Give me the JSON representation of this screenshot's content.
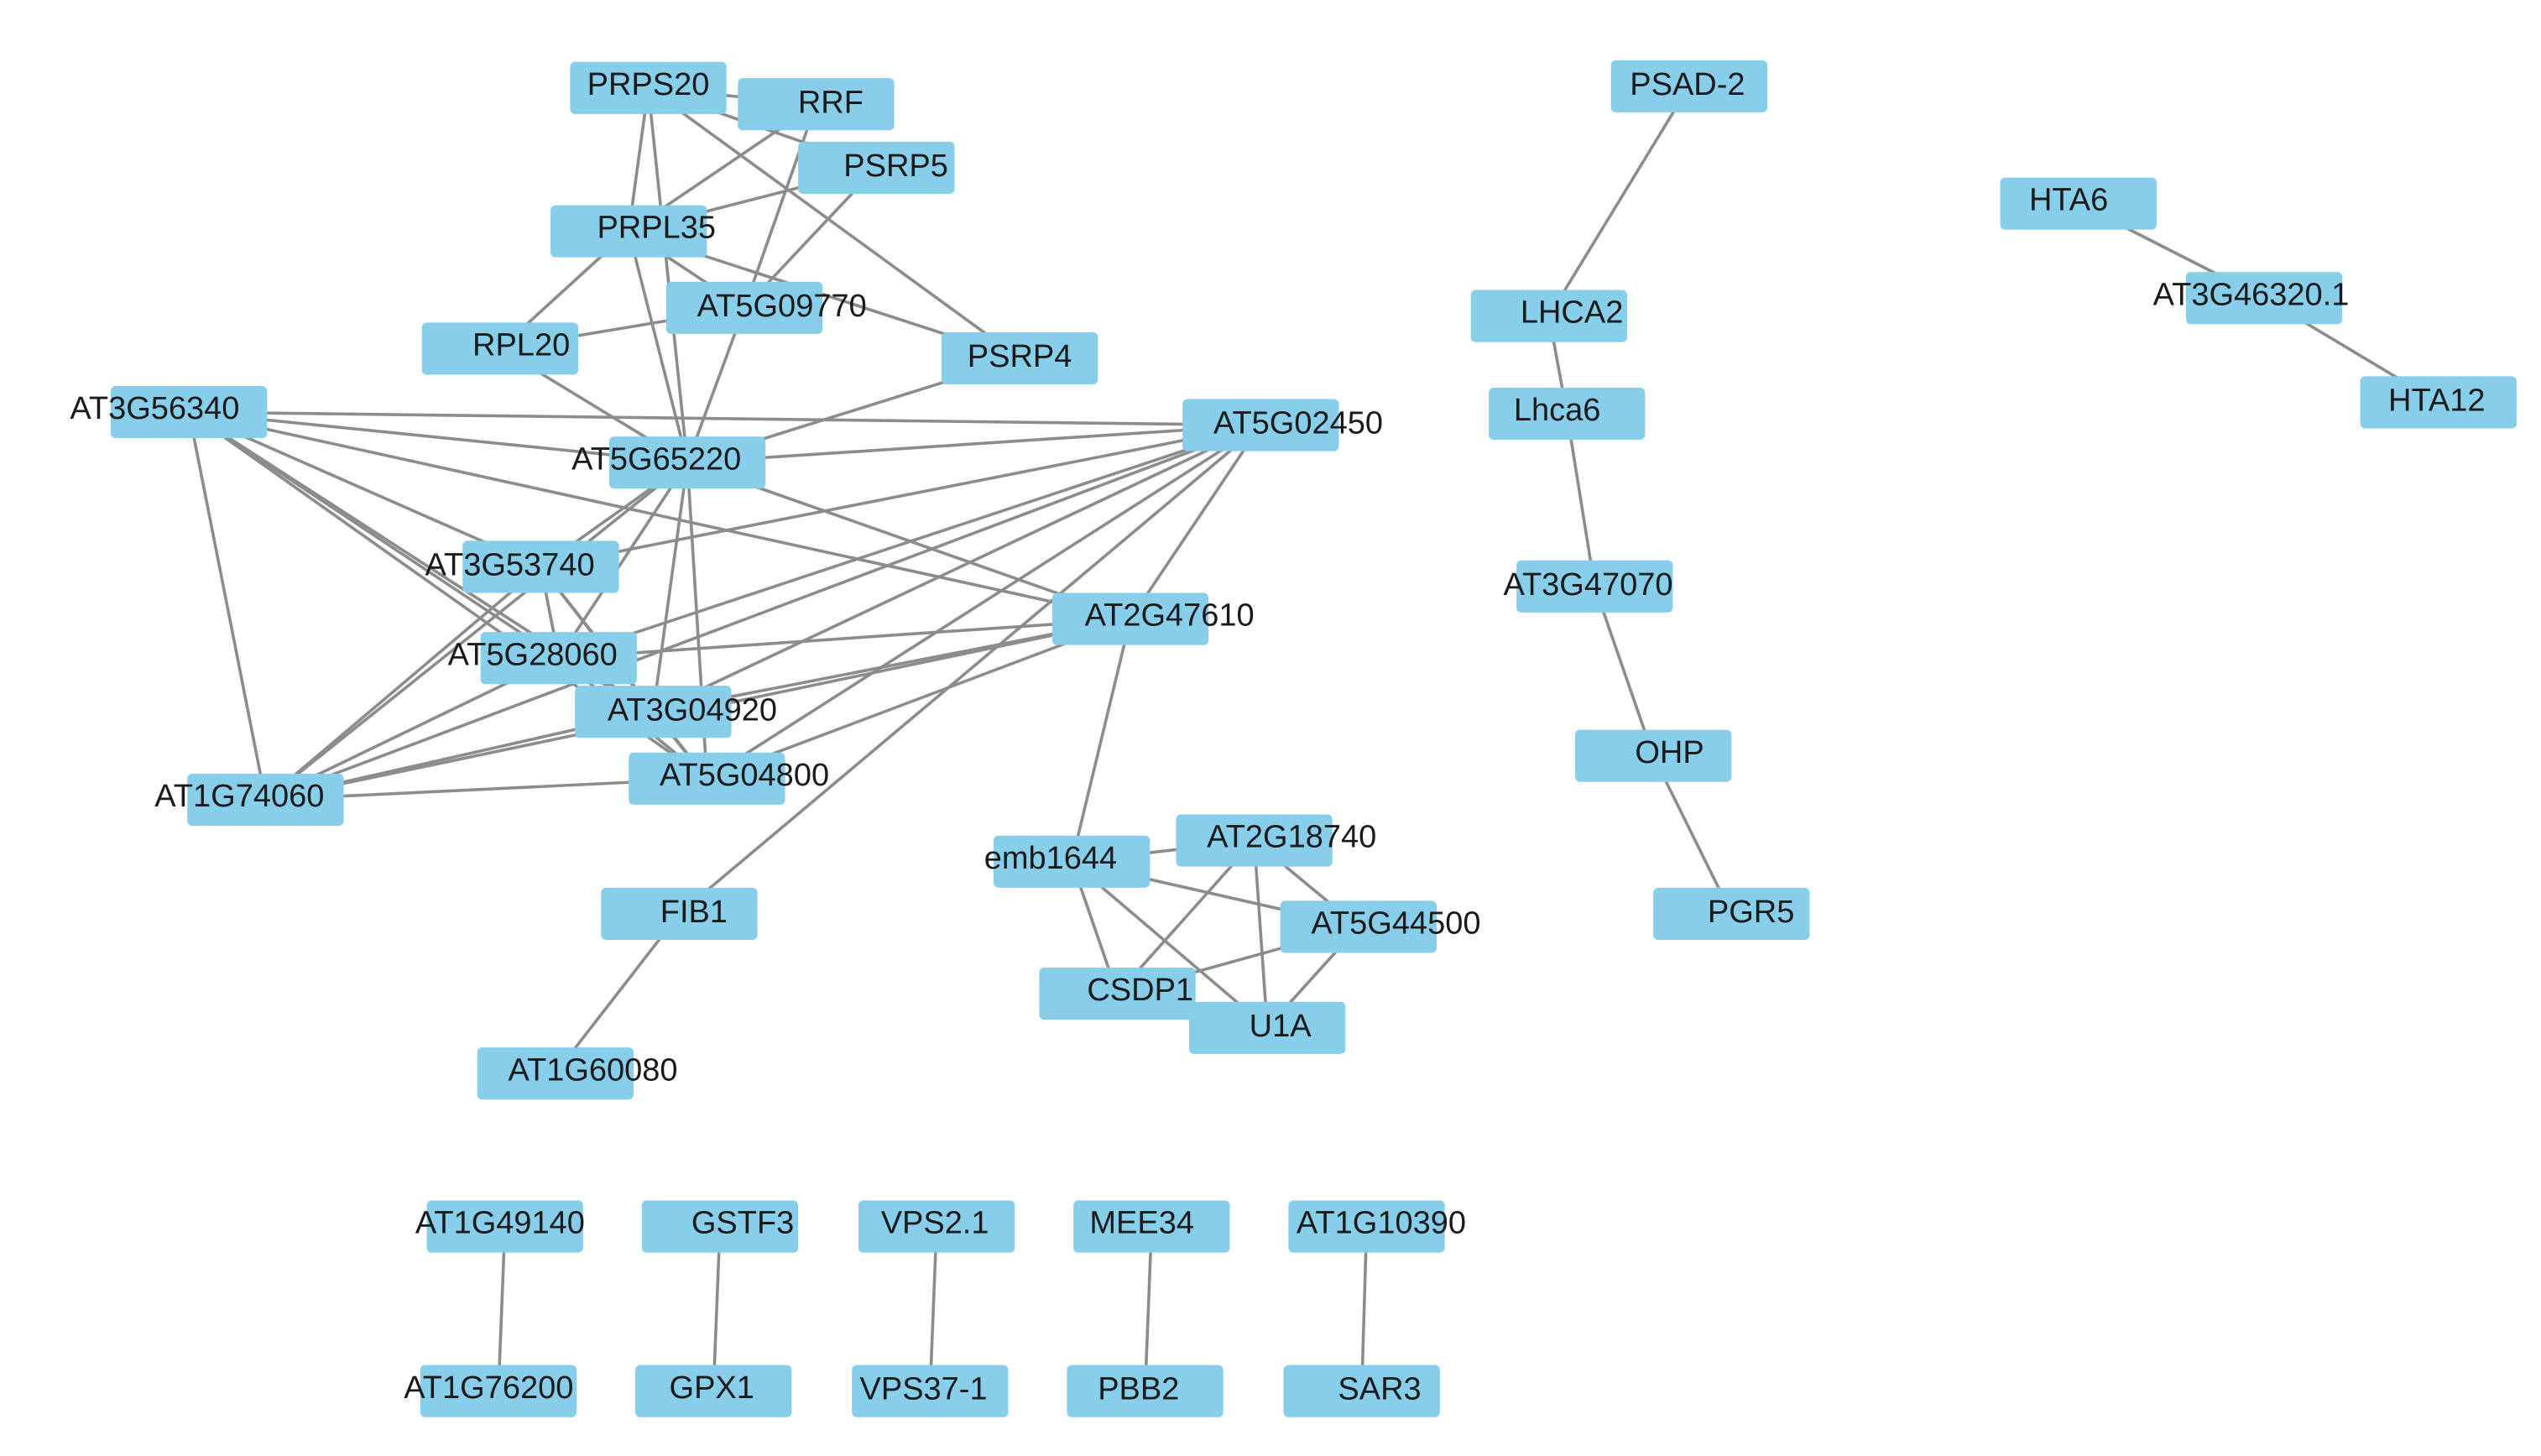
{
  "colors": {
    "node": "#87ceeb",
    "edge": "#8c8c8c",
    "label": "#1a1a1a"
  },
  "nodes": {
    "PRPS20": "PRPS20",
    "RRF": "RRF",
    "PSRP5": "PSRP5",
    "PRPL35": "PRPL35",
    "AT5G09770": "AT5G09770",
    "RPL20": "RPL20",
    "PSRP4": "PSRP4",
    "AT3G56340": "AT3G56340",
    "AT5G65220": "AT5G65220",
    "AT5G02450": "AT5G02450",
    "AT3G53740": "AT3G53740",
    "AT2G47610": "AT2G47610",
    "AT5G28060": "AT5G28060",
    "AT3G04920": "AT3G04920",
    "AT5G04800": "AT5G04800",
    "AT1G74060": "AT1G74060",
    "FIB1": "FIB1",
    "AT1G60080": "AT1G60080",
    "emb1644": "emb1644",
    "AT2G18740": "AT2G18740",
    "AT5G44500": "AT5G44500",
    "CSDP1": "CSDP1",
    "U1A": "U1A",
    "PSAD-2": "PSAD-2",
    "LHCA2": "LHCA2",
    "Lhca6": "Lhca6",
    "AT3G47070": "AT3G47070",
    "OHP": "OHP",
    "PGR5": "PGR5",
    "HTA6": "HTA6",
    "AT3G46320.1": "AT3G46320.1",
    "HTA12": "HTA12",
    "AT1G49140": "AT1G49140",
    "AT1G76200": "AT1G76200",
    "GSTF3": "GSTF3",
    "GPX1": "GPX1",
    "VPS2.1": "VPS2.1",
    "VPS37-1": "VPS37-1",
    "MEE34": "MEE34",
    "PBB2": "PBB2",
    "AT1G10390": "AT1G10390",
    "SAR3": "SAR3"
  },
  "edges": [
    [
      "PRPS20",
      "RRF"
    ],
    [
      "PRPS20",
      "PSRP5"
    ],
    [
      "PRPS20",
      "PRPL35"
    ],
    [
      "PRPS20",
      "AT5G65220"
    ],
    [
      "PRPS20",
      "PSRP4"
    ],
    [
      "RRF",
      "PRPL35"
    ],
    [
      "RRF",
      "AT5G09770"
    ],
    [
      "PSRP5",
      "PRPL35"
    ],
    [
      "PSRP5",
      "AT5G09770"
    ],
    [
      "PRPL35",
      "RPL20"
    ],
    [
      "PRPL35",
      "AT5G09770"
    ],
    [
      "PRPL35",
      "PSRP4"
    ],
    [
      "PRPL35",
      "AT5G65220"
    ],
    [
      "RPL20",
      "AT5G09770"
    ],
    [
      "RPL20",
      "AT5G65220"
    ],
    [
      "AT5G09770",
      "AT5G65220"
    ],
    [
      "PSRP4",
      "AT5G65220"
    ],
    [
      "AT3G56340",
      "AT5G02450"
    ],
    [
      "AT3G56340",
      "AT5G65220"
    ],
    [
      "AT3G56340",
      "AT3G53740"
    ],
    [
      "AT3G56340",
      "AT5G28060"
    ],
    [
      "AT3G56340",
      "AT3G04920"
    ],
    [
      "AT3G56340",
      "AT5G04800"
    ],
    [
      "AT3G56340",
      "AT2G47610"
    ],
    [
      "AT3G56340",
      "AT1G74060"
    ],
    [
      "AT5G65220",
      "AT5G02450"
    ],
    [
      "AT5G65220",
      "AT3G53740"
    ],
    [
      "AT5G65220",
      "AT5G28060"
    ],
    [
      "AT5G65220",
      "AT3G04920"
    ],
    [
      "AT5G65220",
      "AT5G04800"
    ],
    [
      "AT5G65220",
      "AT2G47610"
    ],
    [
      "AT5G65220",
      "AT1G74060"
    ],
    [
      "AT5G02450",
      "AT3G53740"
    ],
    [
      "AT5G02450",
      "AT5G28060"
    ],
    [
      "AT5G02450",
      "AT3G04920"
    ],
    [
      "AT5G02450",
      "AT5G04800"
    ],
    [
      "AT5G02450",
      "AT1G74060"
    ],
    [
      "AT5G02450",
      "FIB1"
    ],
    [
      "AT5G02450",
      "AT2G47610"
    ],
    [
      "AT3G53740",
      "AT5G28060"
    ],
    [
      "AT3G53740",
      "AT3G04920"
    ],
    [
      "AT3G53740",
      "AT5G04800"
    ],
    [
      "AT3G53740",
      "AT1G74060"
    ],
    [
      "AT2G47610",
      "AT5G28060"
    ],
    [
      "AT2G47610",
      "AT3G04920"
    ],
    [
      "AT2G47610",
      "AT5G04800"
    ],
    [
      "AT2G47610",
      "AT1G74060"
    ],
    [
      "AT2G47610",
      "emb1644"
    ],
    [
      "AT5G28060",
      "AT3G04920"
    ],
    [
      "AT5G28060",
      "AT5G04800"
    ],
    [
      "AT5G28060",
      "AT1G74060"
    ],
    [
      "AT3G04920",
      "AT5G04800"
    ],
    [
      "AT3G04920",
      "AT1G74060"
    ],
    [
      "AT5G04800",
      "AT1G74060"
    ],
    [
      "FIB1",
      "AT1G60080"
    ],
    [
      "emb1644",
      "AT2G18740"
    ],
    [
      "emb1644",
      "AT5G44500"
    ],
    [
      "emb1644",
      "CSDP1"
    ],
    [
      "emb1644",
      "U1A"
    ],
    [
      "AT2G18740",
      "AT5G44500"
    ],
    [
      "AT2G18740",
      "CSDP1"
    ],
    [
      "AT2G18740",
      "U1A"
    ],
    [
      "AT5G44500",
      "CSDP1"
    ],
    [
      "AT5G44500",
      "U1A"
    ],
    [
      "CSDP1",
      "U1A"
    ],
    [
      "PSAD-2",
      "LHCA2"
    ],
    [
      "LHCA2",
      "Lhca6"
    ],
    [
      "Lhca6",
      "AT3G47070"
    ],
    [
      "AT3G47070",
      "OHP"
    ],
    [
      "OHP",
      "PGR5"
    ],
    [
      "HTA6",
      "AT3G46320.1"
    ],
    [
      "AT3G46320.1",
      "HTA12"
    ],
    [
      "AT1G49140",
      "AT1G76200"
    ],
    [
      "GSTF3",
      "GPX1"
    ],
    [
      "VPS2.1",
      "VPS37-1"
    ],
    [
      "MEE34",
      "PBB2"
    ],
    [
      "AT1G10390",
      "SAR3"
    ]
  ]
}
